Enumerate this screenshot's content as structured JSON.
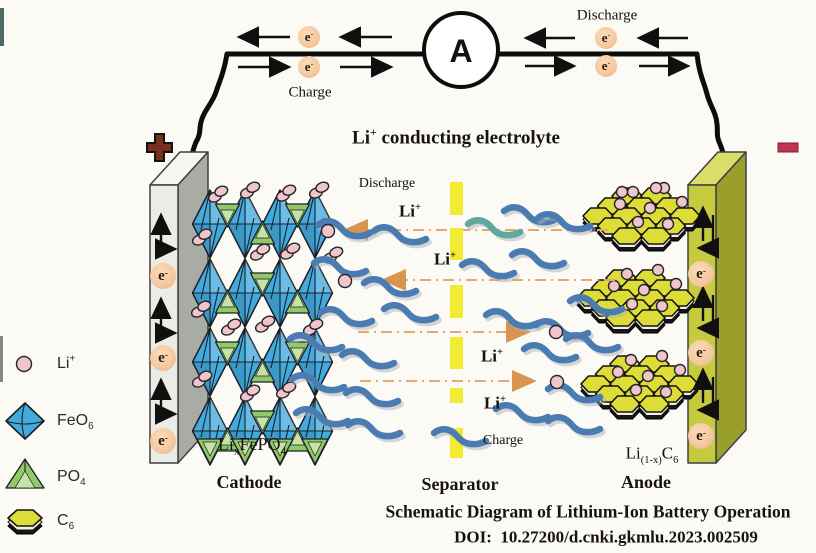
{
  "palette": {
    "background": "#fbfaf4",
    "wire": "#0d0d0d",
    "electron_fill": "#f4c79e",
    "electron_edge": "#e8a977",
    "positive_terminal": "#77301f",
    "negative_terminal": "#c23350",
    "collector_cathode_front": "#ececе6",
    "collector_cathode_front_fix": "#ecece6",
    "collector_cathode_top": "#f7f7f1",
    "collector_cathode_side": "#a9aca4",
    "collector_anode_front": "#c6ca3f",
    "collector_anode_top": "#dade69",
    "collector_anode_side": "#9a9e2b",
    "octahedron_blue": "#43aade",
    "tetrahedron_green": "#92c968",
    "tetrahedron_green_light": "#c8e3a8",
    "ion_pink": "#f2c5ca",
    "hexagon_yellow": "#dedc37",
    "separator_yellow": "#f2eb33",
    "squiggle_blue": "#4a7cb1",
    "squiggle_teal": "#5fa89d",
    "squiggle_shadow": "#a9b2b8",
    "ion_path_orange": "#e8a76c",
    "ion_path_head": "#d89552",
    "outline_dark": "#1a2026"
  },
  "symbols": {
    "electron": {
      "base": "e",
      "sup": "-"
    },
    "lithium": {
      "base": "Li",
      "sup": "+"
    }
  },
  "circuit": {
    "ammeter_label": "A",
    "discharge_label": "Discharge",
    "charge_label": "Charge"
  },
  "electrolyte": {
    "title_pre": "Li",
    "title_sup": "+",
    "title_post": " conducting electrolyte",
    "discharge_label": "Discharge",
    "charge_label": "Charge"
  },
  "separator": {
    "name": "Separator"
  },
  "cathode": {
    "name": "Cathode",
    "formula": {
      "p1": "Li",
      "s1": "x",
      "p2": "FePO",
      "s2": "4"
    }
  },
  "anode": {
    "name": "Anode",
    "formula": {
      "p1": "Li",
      "s1": "(1-x)",
      "p2": "C",
      "s2": "6"
    }
  },
  "legend": {
    "items": [
      {
        "icon": "li-ion-icon",
        "base": "Li",
        "sup": "+"
      },
      {
        "icon": "feo6-icon",
        "base": "FeO",
        "sub": "6"
      },
      {
        "icon": "po4-icon",
        "base": "PO",
        "sub": "4"
      },
      {
        "icon": "c6-icon",
        "base": "C",
        "sub": "6"
      }
    ]
  },
  "caption": {
    "title": "Schematic Diagram of Lithium-Ion Battery Operation",
    "doi": "DOI:  10.27200/d.cnki.gkmlu.2023.002509"
  }
}
